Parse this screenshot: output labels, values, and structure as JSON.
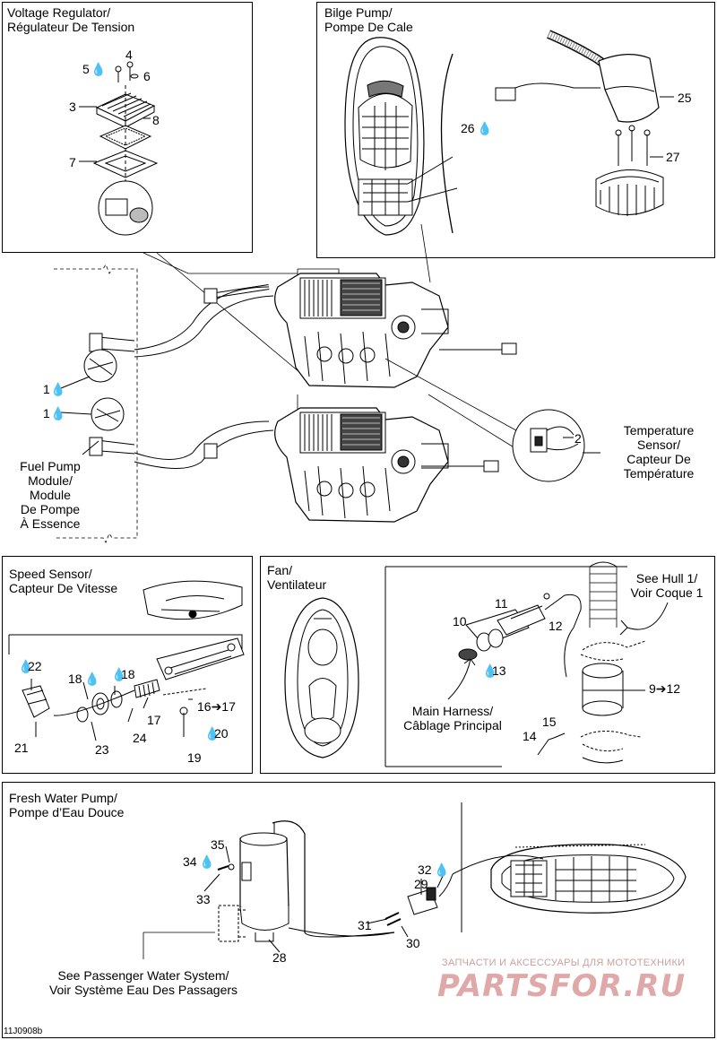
{
  "panels": {
    "voltage_regulator": {
      "title": "Voltage Regulator/\nRégulateur De Tension"
    },
    "bilge_pump": {
      "title": "Bilge Pump/\nPompe De Cale"
    },
    "speed_sensor": {
      "title": "Speed Sensor/\nCapteur De Vitesse"
    },
    "fan": {
      "title": "Fan/\nVentilateur"
    },
    "fresh_water_pump": {
      "title": "Fresh Water Pump/\nPompe d’Eau Douce"
    }
  },
  "callouts": {
    "temperature_sensor": "Temperature\nSensor/\nCapteur De\nTempérature",
    "fuel_pump_module": "Fuel Pump\nModule/\nModule\nDe Pompe\nÀ Essence",
    "see_hull": "See Hull 1/\nVoir Coque 1",
    "main_harness": "Main Harness/\nCâblage Principal",
    "passenger_water": "See Passenger Water System/\nVoir Système Eau Des Passagers"
  },
  "part_numbers": {
    "p1a": "1",
    "p1b": "1",
    "p2": "2",
    "p3": "3",
    "p4": "4",
    "p5": "5",
    "p6": "6",
    "p7": "7",
    "p8": "8",
    "p9_12": "9➔12",
    "p10": "10",
    "p11": "11",
    "p12": "12",
    "p13": "13",
    "p14": "14",
    "p15": "15",
    "p16_17": "16➔17",
    "p17": "17",
    "p18a": "18",
    "p18b": "18",
    "p19": "19",
    "p20": "20",
    "p21": "21",
    "p22": "22",
    "p23": "23",
    "p24": "24",
    "p25": "25",
    "p26": "26",
    "p27": "27",
    "p28": "28",
    "p29": "29",
    "p30": "30",
    "p31": "31",
    "p32": "32",
    "p33": "33",
    "p34": "34",
    "p35": "35"
  },
  "icons": {
    "drop": "water-drop-icon"
  },
  "watermark": {
    "line1": "ЗАПЧАСТИ И АКСЕССУАРЫ ДЛЯ МОТОТЕХНИКИ",
    "line2": "PARTSFOR.RU"
  },
  "drawing_code": "11J0908b"
}
